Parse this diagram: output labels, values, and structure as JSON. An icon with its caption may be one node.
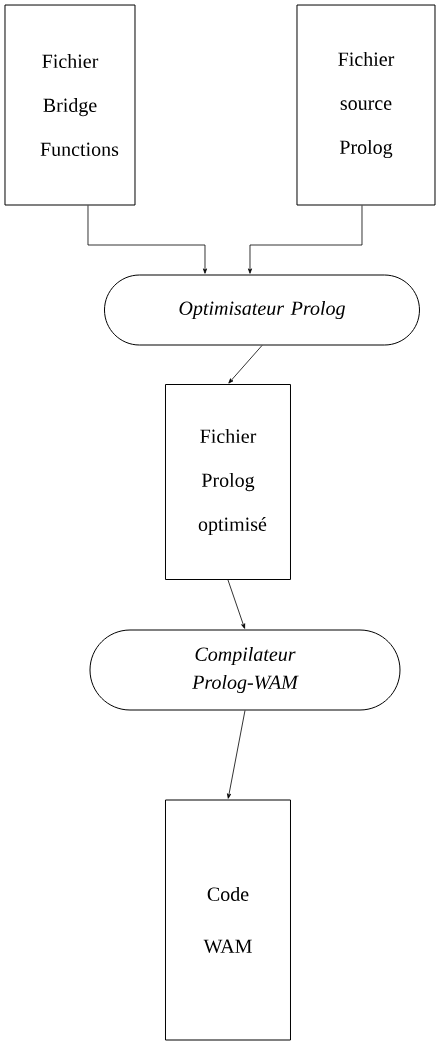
{
  "diagram": {
    "nodes": [
      {
        "text": [
          "Fichier Bridge Functions"
        ]
      },
      {
        "text": [
          "Fichier source Prolog"
        ]
      },
      {
        "text": [
          "Optimisateur Prolog"
        ]
      },
      {
        "text": [
          "Fichier Prolog optimisé"
        ]
      },
      {
        "text": [
          "Compilateur Prolog-WAM"
        ]
      },
      {
        "text": [
          "Code WAM"
        ]
      }
    ],
    "edges": [
      {
        "from": 0,
        "to": 2,
        "arrow": "to"
      },
      {
        "from": 1,
        "to": 2,
        "arrow": "to"
      },
      {
        "from": 2,
        "to": 3,
        "arrow": "to"
      },
      {
        "from": 3,
        "to": 4,
        "arrow": "to"
      },
      {
        "from": 4,
        "to": 5,
        "arrow": "to"
      }
    ]
  }
}
